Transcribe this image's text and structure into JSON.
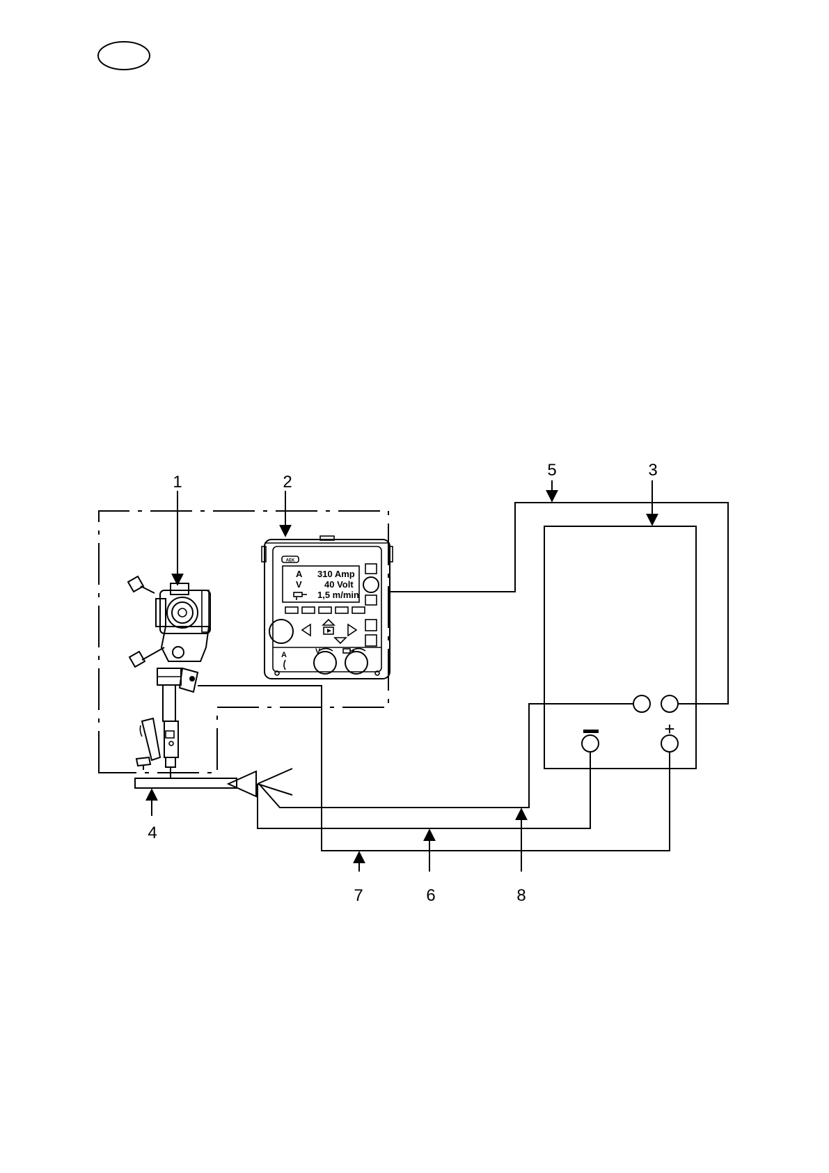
{
  "callouts": [
    "1",
    "2",
    "3",
    "4",
    "5",
    "6",
    "7",
    "8"
  ],
  "control_box": {
    "header_tab": "AEK",
    "display": {
      "row1": {
        "symbol": "A",
        "value": "310 Amp"
      },
      "row2": {
        "symbol": "V",
        "value": "40  Volt"
      },
      "row3": {
        "value": "1,5 m/min"
      }
    },
    "knob_labels": {
      "current": "A",
      "voltage": "V"
    }
  },
  "power_source": {
    "terminal_minus": "−",
    "terminal_plus": "+"
  }
}
